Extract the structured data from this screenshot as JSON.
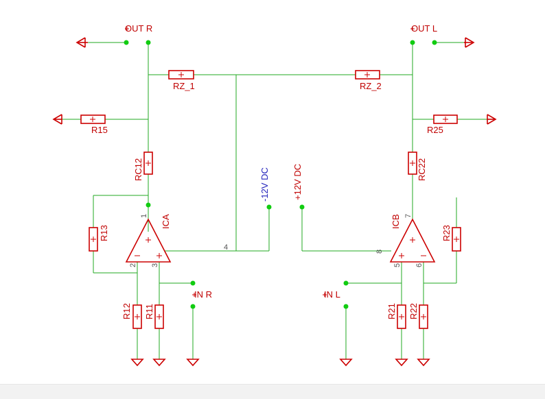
{
  "colors": {
    "wire": "#22aa22",
    "component": "#cc0000",
    "junction": "#11cc11",
    "label": "#c00000",
    "pin_number": "#555555",
    "supply_negative": "#2222bb",
    "supply_positive": "#c00000",
    "footer": "#f2f2f2"
  },
  "ports": {
    "out_r": "OUT R",
    "out_l": "OUT L",
    "in_r": "IN R",
    "in_l": "IN L",
    "neg_supply": "-12V DC",
    "pos_supply": "+12V DC"
  },
  "resistors": {
    "rz1": "RZ_1",
    "rz2": "RZ_2",
    "r15": "R15",
    "r25": "R25",
    "rc12": "RC12",
    "rc22": "RC22",
    "r13": "R13",
    "r23": "R23",
    "r12": "R12",
    "r11": "R11",
    "r21": "R21",
    "r22": "R22"
  },
  "opamps": {
    "ica": "ICA",
    "icb": "ICB"
  },
  "pins": {
    "ica_out": "1",
    "ica_inv": "2",
    "ica_noninv": "3",
    "ica_vminus": "4",
    "icb_out": "7",
    "icb_noninv": "5",
    "icb_inv": "6",
    "icb_vplus": "8"
  }
}
